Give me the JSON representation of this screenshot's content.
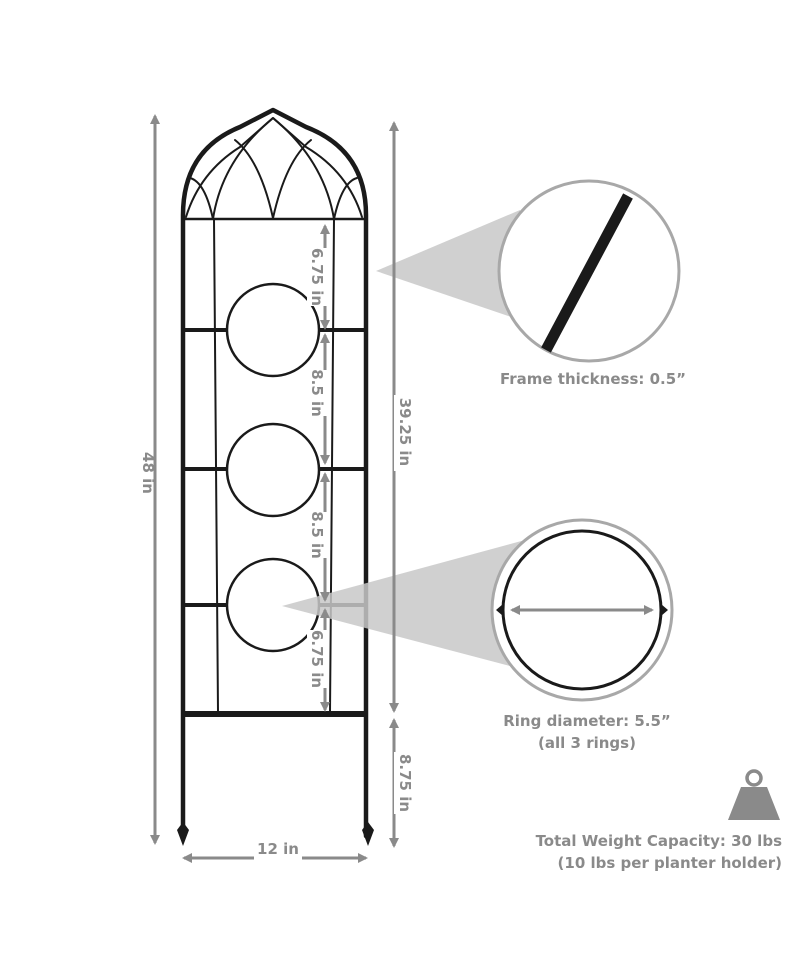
{
  "dimensions": {
    "total_height": "48 in",
    "trellis_height": "39.25 in",
    "stake_length": "8.75 in",
    "width": "12 in",
    "top_gap": "6.75 in",
    "ring_gap_1": "8.5 in",
    "ring_gap_2": "8.5 in",
    "bottom_gap": "6.75 in"
  },
  "callouts": {
    "frame_thickness": "Frame thickness: 0.5”",
    "ring_diameter": "Ring diameter: 5.5”",
    "ring_note": "(all 3 rings)"
  },
  "weight": {
    "capacity": "Total Weight Capacity: 30 lbs",
    "per_holder": "(10 lbs per planter holder)"
  },
  "colors": {
    "frame": "#1a1a1a",
    "annotation": "#8a8a8a",
    "callout_fill": "#c8c8c8"
  },
  "icons": [
    "weight-icon"
  ]
}
